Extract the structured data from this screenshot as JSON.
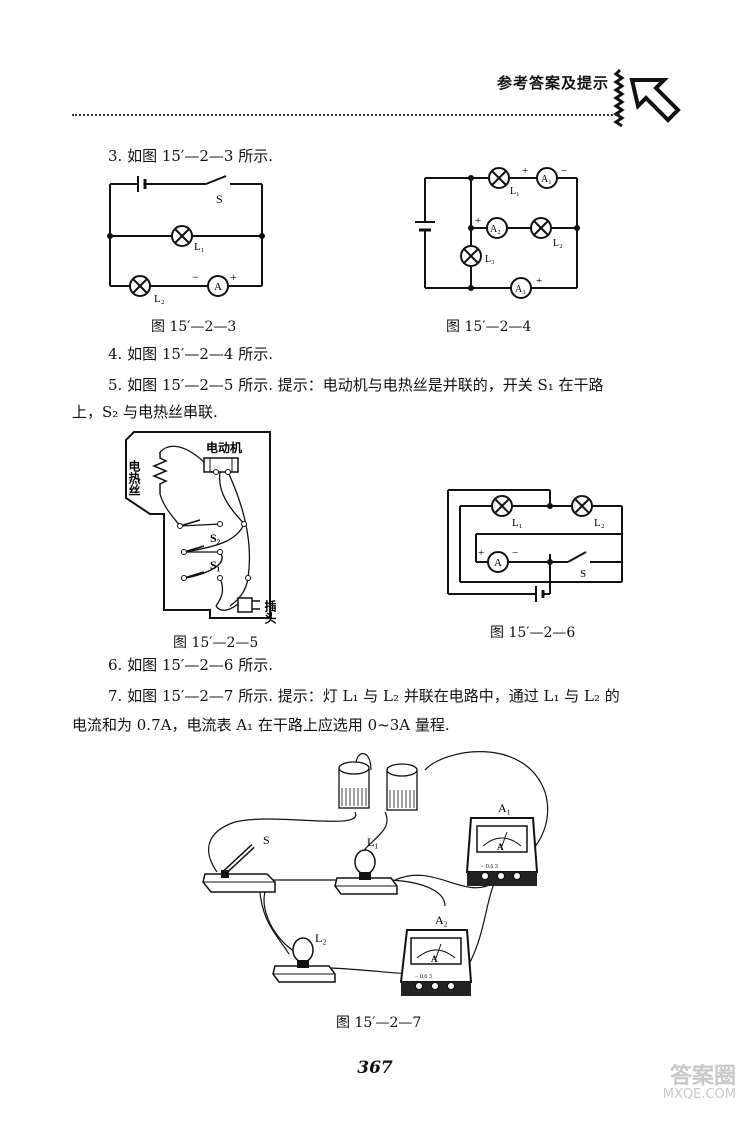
{
  "header": {
    "title": "参考答案及提示"
  },
  "answers": {
    "a3": "3. 如图 15′—2—3 所示.",
    "a4": "4. 如图 15′—2—4 所示.",
    "a5_line1": "5. 如图 15′—2—5 所示.   提示：电动机与电热丝是并联的，开关 S₁ 在干路",
    "a5_line2": "上，S₂ 与电热丝串联.",
    "a6": "6. 如图 15′—2—6 所示.",
    "a7_line1": "7. 如图 15′—2—7 所示.   提示：灯 L₁ 与 L₂ 并联在电路中，通过 L₁ 与 L₂ 的",
    "a7_line2": "电流和为 0.7A，电流表 A₁ 在干路上应选用 0~3A 量程."
  },
  "figures": {
    "f3": {
      "caption": "图 15′—2—3",
      "labels": {
        "s": "S",
        "l1": "L₁",
        "l2": "L₂",
        "ammeter": "A",
        "minus": "−",
        "plus": "+"
      }
    },
    "f4": {
      "caption": "图 15′—2—4",
      "labels": {
        "l1": "L₁",
        "l2": "L₂",
        "l3": "L₃",
        "a1": "A₁",
        "a2": "A₂",
        "a3": "A₃",
        "plus": "+",
        "minus": "−"
      }
    },
    "f5": {
      "caption": "图 15′—2—5",
      "labels": {
        "motor": "电动机",
        "heater": "电热丝",
        "s1": "S₁",
        "s2": "S₂",
        "plug": "插头"
      }
    },
    "f6": {
      "caption": "图 15′—2—6",
      "labels": {
        "l1": "L₁",
        "l2": "L₂",
        "ammeter": "A",
        "s": "S",
        "plus": "+",
        "minus": "−"
      }
    },
    "f7": {
      "caption": "图 15′—2—7",
      "labels": {
        "s": "S",
        "l1": "L₁",
        "l2": "L₂",
        "a1": "A₁",
        "a2": "A₂",
        "meter": "A",
        "scale": "− 0.6 3"
      }
    }
  },
  "footer": {
    "page_number": "367",
    "watermark_top": "答案圈",
    "watermark_bottom": "MXQE.COM"
  }
}
